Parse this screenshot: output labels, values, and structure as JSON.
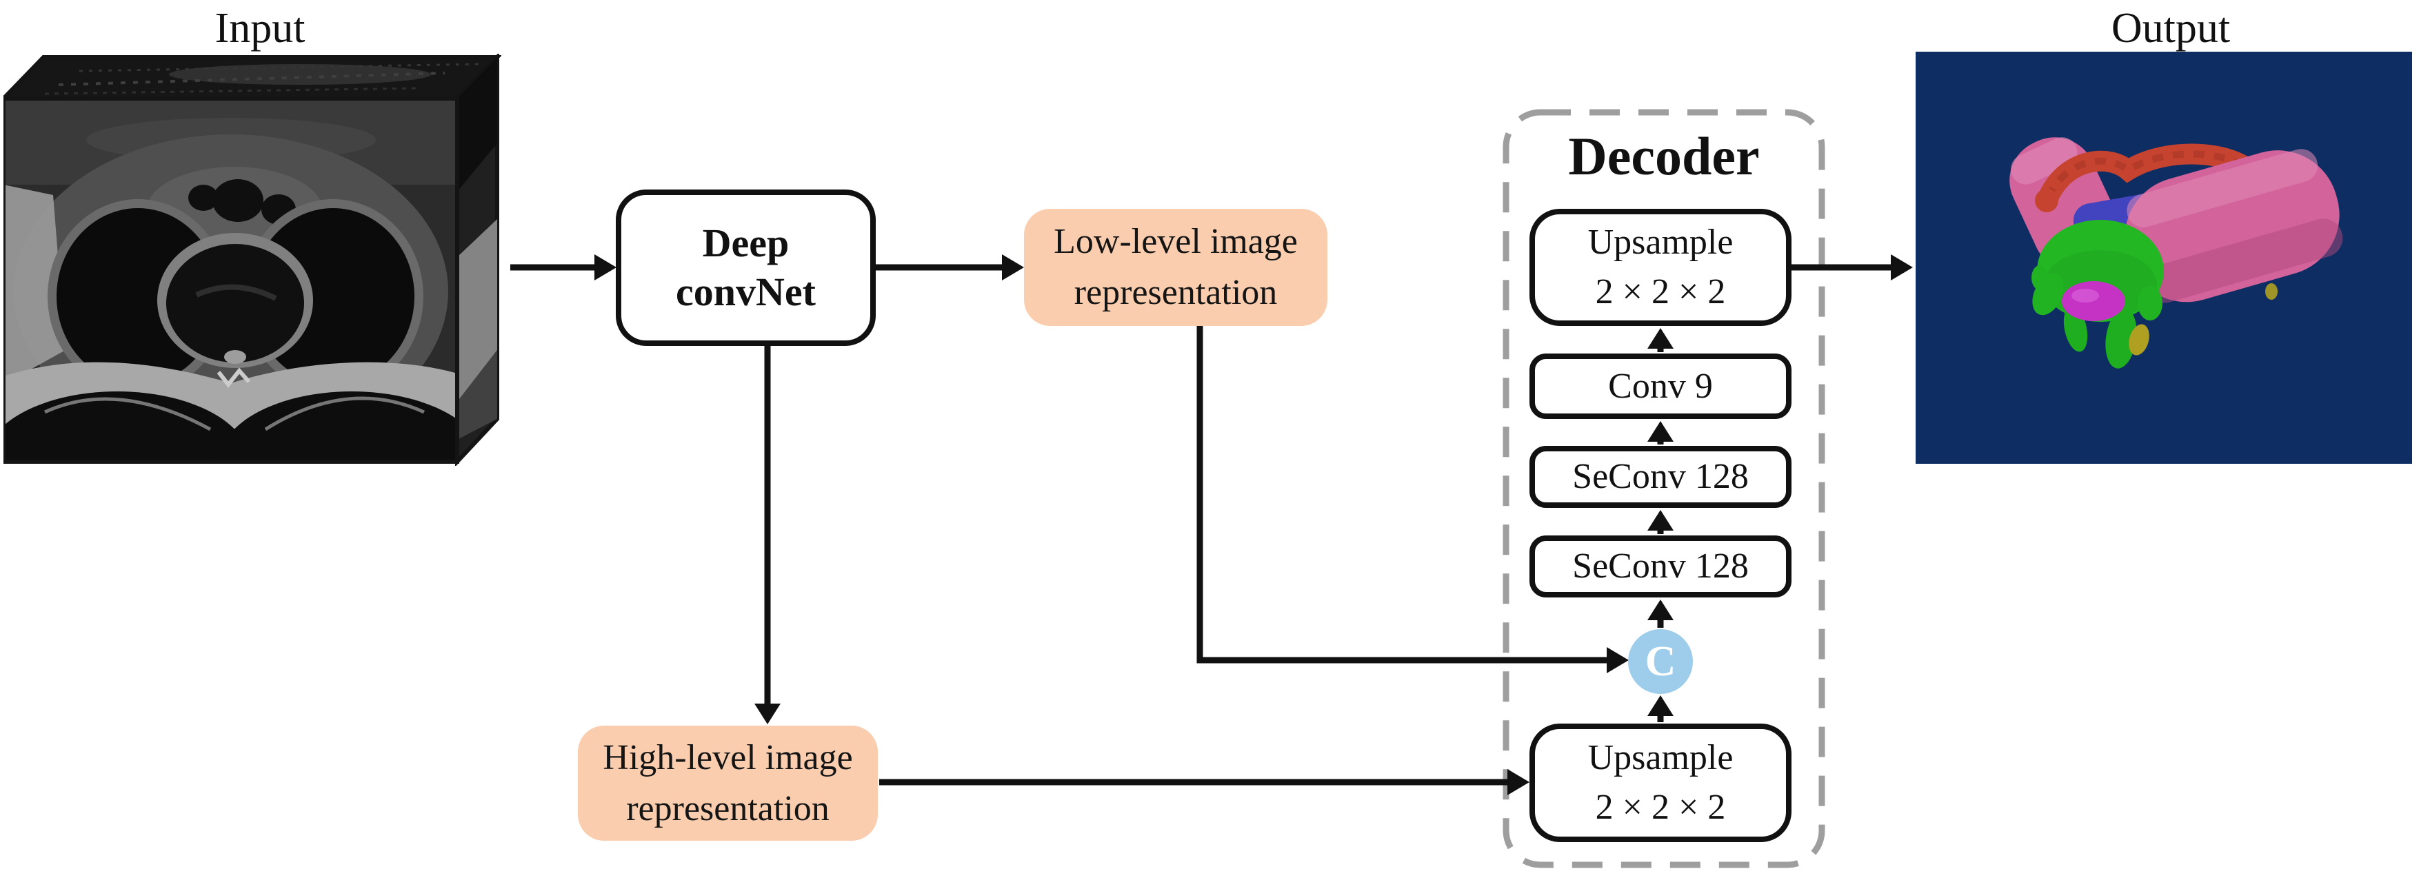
{
  "figure": {
    "input_label": "Input",
    "output_label": "Output"
  },
  "nodes": {
    "deep_convnet": {
      "lines": [
        "Deep",
        "convNet"
      ]
    },
    "low_level": {
      "lines": [
        "Low-level image",
        "representation"
      ]
    },
    "high_level": {
      "lines": [
        "High-level image",
        "representation"
      ]
    },
    "concat": {
      "label": "C"
    }
  },
  "decoder": {
    "title": "Decoder",
    "blocks": [
      {
        "id": "upsample-top",
        "lines": [
          "Upsample",
          "2 × 2 × 2"
        ]
      },
      {
        "id": "conv9",
        "lines": [
          "Conv 9"
        ]
      },
      {
        "id": "seconv-1",
        "lines": [
          "SeConv 128"
        ]
      },
      {
        "id": "seconv-2",
        "lines": [
          "SeConv 128"
        ]
      },
      {
        "id": "upsample-bottom",
        "lines": [
          "Upsample",
          "2 × 2 × 2"
        ]
      }
    ]
  },
  "colors": {
    "representation_peach": "#facdae",
    "concat_blue": "#9ecdec",
    "output_bg": "#0e2d63",
    "dash_gray": "#9e9e9e",
    "ink": "#111111",
    "segment_pink": "#d2639b",
    "segment_red": "#c5432f",
    "segment_blue": "#4143bf",
    "segment_green": "#24b724",
    "segment_magenta": "#c433c4",
    "segment_yellow": "#afa021"
  }
}
